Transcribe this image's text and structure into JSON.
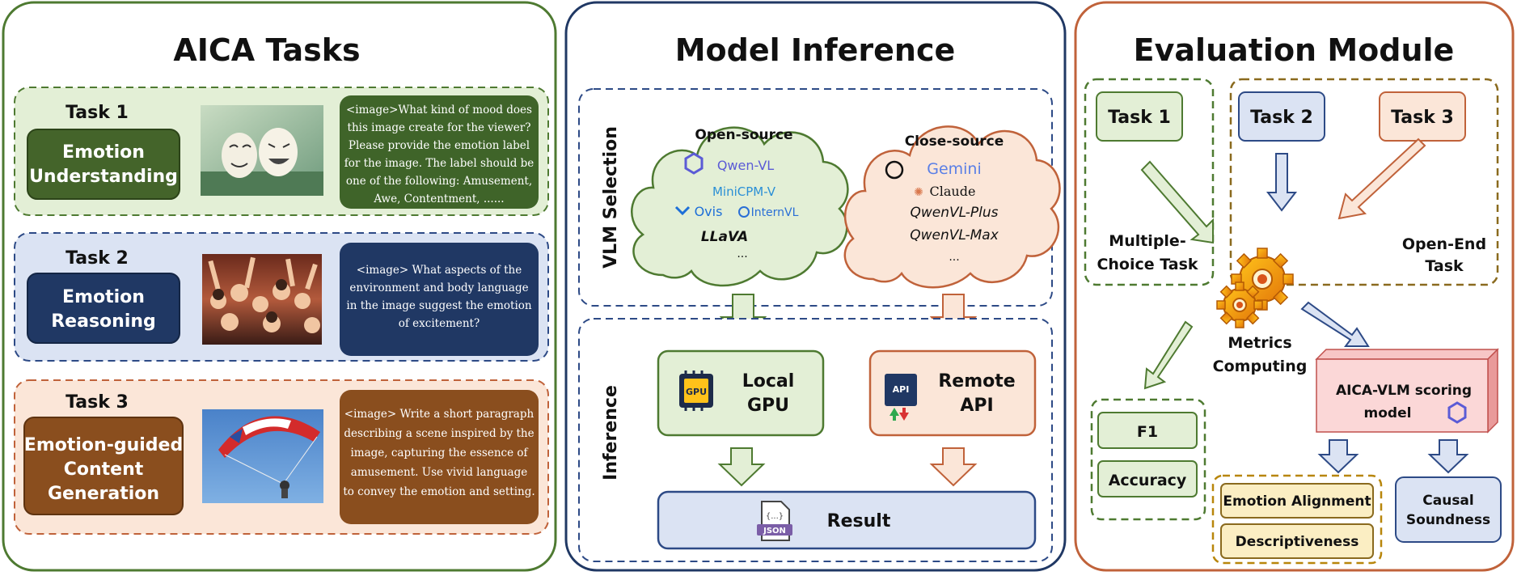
{
  "panels": {
    "tasks_title": "AICA Tasks",
    "inference_title": "Model Inference",
    "evaluation_title": "Evaluation Module"
  },
  "tasks": [
    {
      "heading": "Task 1",
      "name_lines": [
        "Emotion",
        "Understanding"
      ],
      "prompt_lines": [
        "<image>What kind of mood does",
        "this image create for the viewer?",
        "Please provide the emotion label",
        "for the image. The label should be",
        "one of the following: Amusement,",
        "Awe, Contentment, ......"
      ],
      "colors": {
        "bg": "#e3efd6",
        "border": "#4e7a31",
        "box": "#44642a",
        "bubble": "#3f6429"
      }
    },
    {
      "heading": "Task 2",
      "name_lines": [
        "Emotion",
        "Reasoning"
      ],
      "prompt_lines": [
        "<image> What aspects of the",
        "environment and body language",
        "in the image suggest the emotion",
        "of excitement?"
      ],
      "colors": {
        "bg": "#dbe3f3",
        "border": "#2d4a86",
        "box": "#203864",
        "bubble": "#203864"
      }
    },
    {
      "heading": "Task 3",
      "name_lines": [
        "Emotion-guided",
        "Content",
        "Generation"
      ],
      "prompt_lines": [
        "<image> Write a short paragraph",
        "describing a scene inspired by the",
        "image, capturing the essence of",
        "amusement. Use vivid language",
        "to convey the emotion and setting."
      ],
      "colors": {
        "bg": "#fbe6d8",
        "border": "#c0623a",
        "box": "#8a4e1e",
        "bubble": "#8a4e1e"
      }
    }
  ],
  "inference": {
    "vlm_selection_label": "VLM Selection",
    "inference_label": "Inference",
    "open_source": {
      "title": "Open-source",
      "models": [
        "Qwen-VL",
        "MiniCPM-V",
        "Ovis",
        "InternVL",
        "LLaVA",
        "..."
      ]
    },
    "close_source": {
      "title": "Close-source",
      "models": [
        "Gemini",
        "Claude",
        "QwenVL-Plus",
        "QwenVL-Max",
        "..."
      ]
    },
    "local": {
      "lines": [
        "Local",
        "GPU"
      ],
      "chip_label": "GPU"
    },
    "remote": {
      "lines": [
        "Remote",
        "API"
      ],
      "icon_label": "API"
    },
    "result": {
      "label": "Result",
      "file_label": "JSON",
      "file_glyph": "{...}"
    }
  },
  "evaluation": {
    "task1": "Task 1",
    "task2": "Task 2",
    "task3": "Task 3",
    "multiple_choice_lines": [
      "Multiple-",
      "Choice Task"
    ],
    "open_end_lines": [
      "Open-End",
      "Task"
    ],
    "metrics_lines": [
      "Metrics",
      "Computing"
    ],
    "scoring_lines": [
      "AICA-VLM scoring",
      "model"
    ],
    "metrics_left": [
      "F1",
      "Accuracy"
    ],
    "metrics_open": [
      "Emotion Alignment",
      "Descriptiveness"
    ],
    "causal_lines": [
      "Causal",
      "Soundness"
    ]
  }
}
